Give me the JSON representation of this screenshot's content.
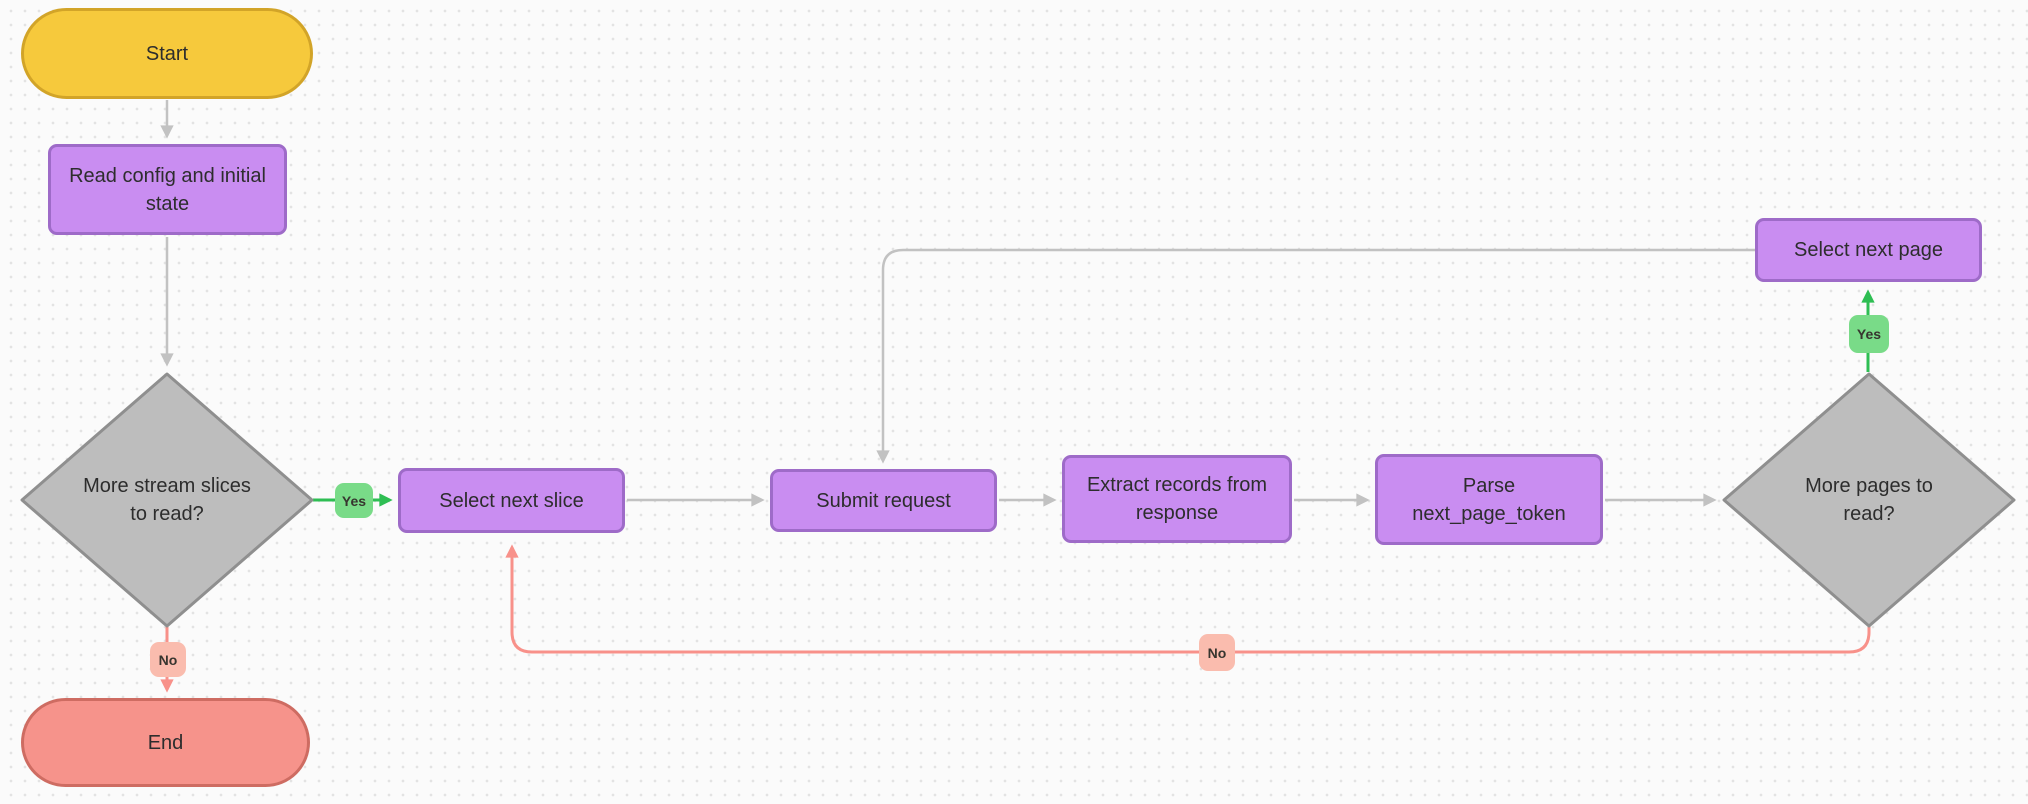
{
  "background": {
    "color": "#FBFBFB",
    "dot_color": "#E3E3E3"
  },
  "palette": {
    "process_fill": "#C98DF1",
    "process_border": "#9E6BC8",
    "start_fill": "#F6C93C",
    "start_border": "#D2A428",
    "end_fill": "#F6938B",
    "end_border": "#CE6C62",
    "decision_fill": "#BDBDBD",
    "decision_border": "#8F8F8F",
    "edge_default": "#C2C2C2",
    "edge_yes": "#2EBE53",
    "edge_no": "#F8918A",
    "yes_badge_fill": "#79DB88",
    "no_badge_fill": "#FABCAE",
    "text": "#2D2D2D"
  },
  "nodes": {
    "start": {
      "label": "Start",
      "type": "terminal"
    },
    "read_config": {
      "label": "Read config and initial state",
      "type": "process"
    },
    "more_slices": {
      "label": "More stream slices to read?",
      "type": "decision"
    },
    "select_next_slice": {
      "label": "Select next slice",
      "type": "process"
    },
    "submit_request": {
      "label": "Submit request",
      "type": "process"
    },
    "extract_records": {
      "label": "Extract records from response",
      "type": "process"
    },
    "parse_token": {
      "label": "Parse next_page_token",
      "type": "process"
    },
    "more_pages": {
      "label": "More pages to read?",
      "type": "decision"
    },
    "select_next_page": {
      "label": "Select next page",
      "type": "process"
    },
    "end": {
      "label": "End",
      "type": "terminal"
    }
  },
  "edge_labels": {
    "more_slices_yes": "Yes",
    "more_slices_no": "No",
    "more_pages_yes": "Yes",
    "more_pages_no": "No"
  }
}
